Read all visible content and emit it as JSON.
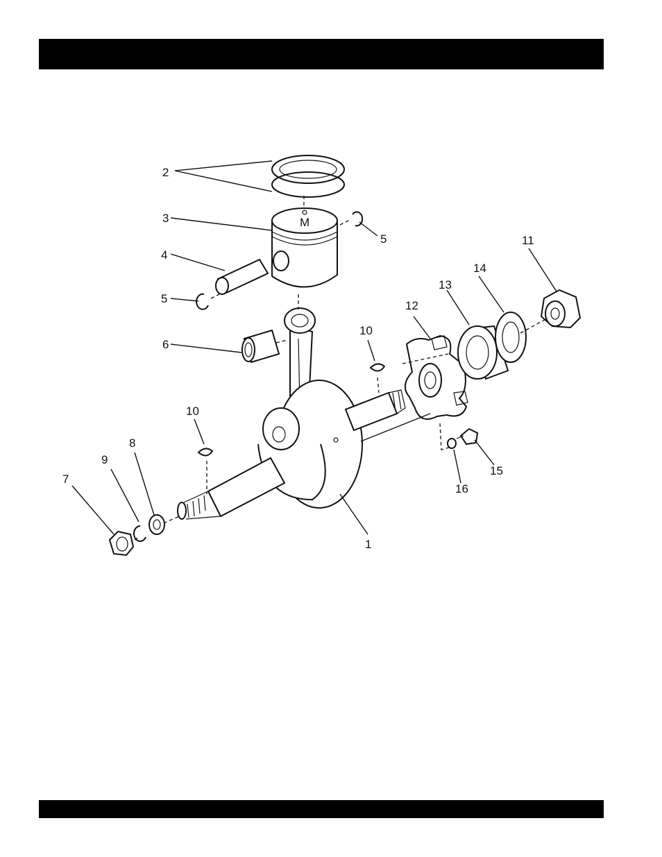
{
  "header": {
    "title": ""
  },
  "footer": {
    "text": ""
  },
  "diagram": {
    "labels": {
      "p1": "1",
      "p2": "2",
      "p3": "3",
      "p4": "4",
      "p5a": "5",
      "p5b": "5",
      "p6": "6",
      "p7": "7",
      "p8": "8",
      "p9": "9",
      "p10a": "10",
      "p10b": "10",
      "p11": "11",
      "p12": "12",
      "p13": "13",
      "p14": "14",
      "p15": "15",
      "p16": "16",
      "piston_mark": "M"
    }
  }
}
